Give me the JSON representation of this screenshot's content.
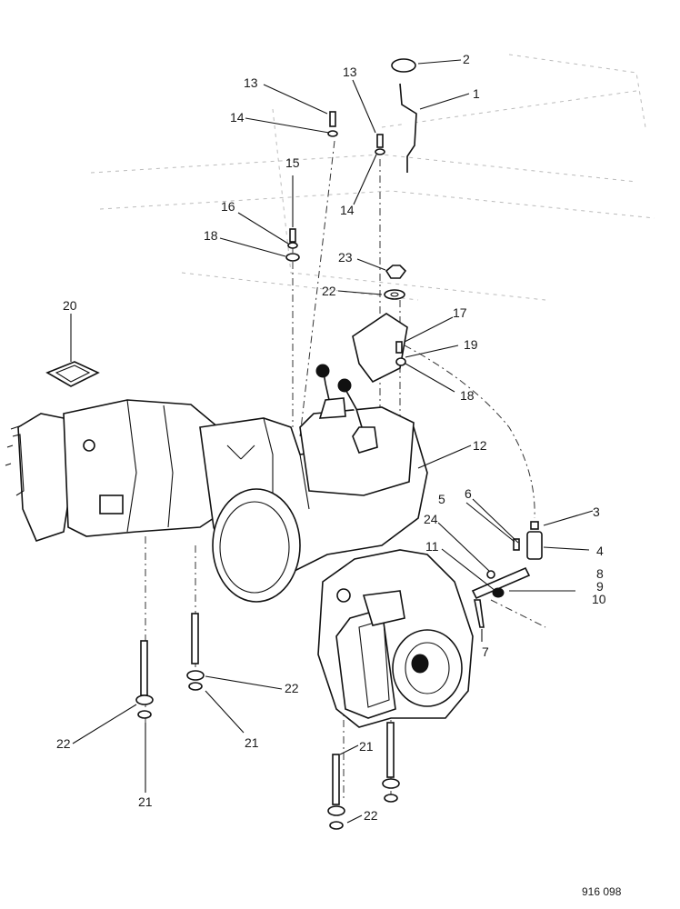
{
  "callouts": [
    "1",
    "2",
    "3",
    "4",
    "5",
    "6",
    "7",
    "8",
    "9",
    "10",
    "11",
    "12",
    "13",
    "13",
    "14",
    "14",
    "15",
    "16",
    "17",
    "18",
    "18",
    "19",
    "20",
    "21",
    "21",
    "21",
    "22",
    "22",
    "22",
    "22",
    "22",
    "23",
    "24"
  ],
  "drawing_code": "916 098"
}
